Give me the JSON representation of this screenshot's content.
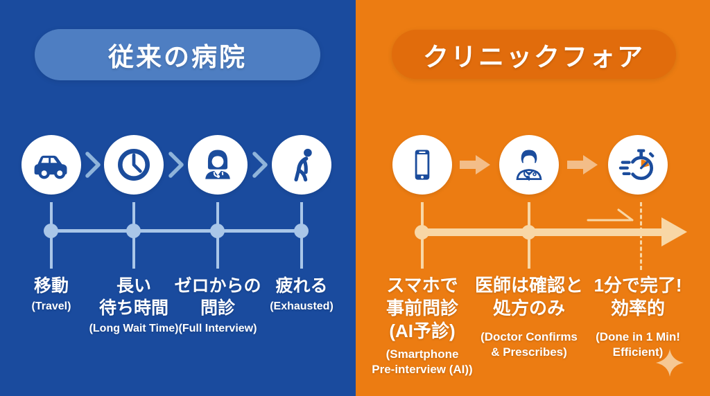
{
  "colors": {
    "blue-bg": "#1a4b9e",
    "orange-bg": "#ec7c12",
    "blue-pill": "#4e7ec2",
    "orange-pill": "#e16c0c",
    "icon-blue": "#1b4c9c",
    "timeline-blue": "#a9c6e8",
    "chevron-blue": "#8fb4da",
    "timeline-cream": "#f8d7a6",
    "arrow-peach": "#f3bd88",
    "sparkle": "#f6c893",
    "text": "#ffffff"
  },
  "left_panel": {
    "title": "従来の病院",
    "steps": [
      {
        "icon": "car-icon",
        "ja": [
          "移動"
        ],
        "en": [
          "(Travel)"
        ]
      },
      {
        "icon": "clock-icon",
        "ja": [
          "長い",
          "待ち時間"
        ],
        "en": [
          "(Long Wait Time)"
        ]
      },
      {
        "icon": "female-doctor-icon",
        "ja": [
          "ゼロからの",
          "問診"
        ],
        "en": [
          "(Full Interview)"
        ]
      },
      {
        "icon": "tired-person-icon",
        "ja": [
          "疲れる"
        ],
        "en": [
          "(Exhausted)"
        ]
      }
    ]
  },
  "right_panel": {
    "title": "クリニックフォア",
    "steps": [
      {
        "icon": "smartphone-icon",
        "ja": [
          "スマホで",
          "事前問診",
          "(AI予診)"
        ],
        "en": [
          "(Smartphone",
          "Pre-interview (AI))"
        ]
      },
      {
        "icon": "male-doctor-icon",
        "ja": [
          "医師は確認と",
          "処方のみ"
        ],
        "en": [
          "(Doctor Confirms",
          "& Prescribes)"
        ]
      },
      {
        "icon": "stopwatch-icon",
        "ja": [
          "1分で完了!",
          "効率的"
        ],
        "en": [
          "(Done in 1 Min!",
          "Efficient)"
        ]
      }
    ]
  }
}
